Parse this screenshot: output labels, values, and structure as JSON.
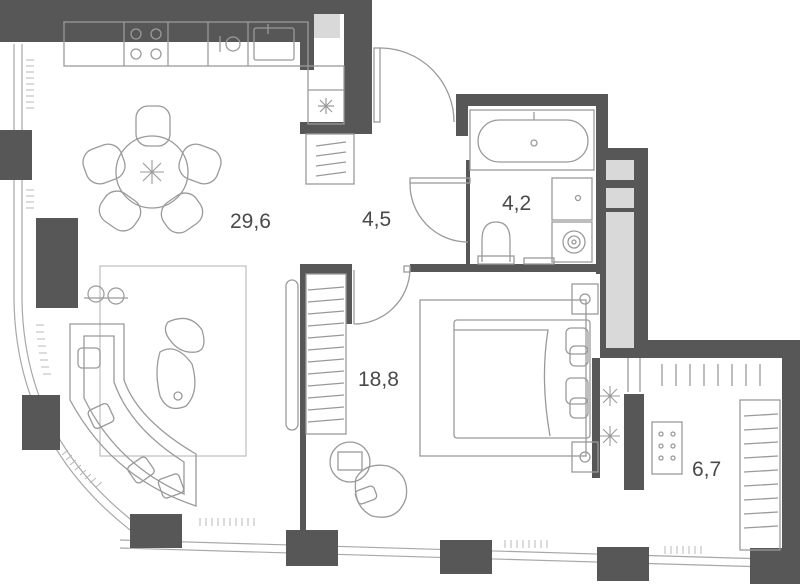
{
  "colors": {
    "wall": "#575757",
    "fixture_fill": "#d9d9d9",
    "line": "#9a9a9a",
    "label": "#4a4a4a",
    "background": "#ffffff"
  },
  "rooms": [
    {
      "id": "living-kitchen",
      "area": "29,6"
    },
    {
      "id": "hallway",
      "area": "4,5"
    },
    {
      "id": "bathroom",
      "area": "4,2"
    },
    {
      "id": "bedroom",
      "area": "18,8"
    },
    {
      "id": "wardrobe",
      "area": "6,7"
    }
  ],
  "icons": [
    "stove-icon",
    "sink-icon",
    "dishwasher-icon",
    "fridge-icon",
    "bathtub-icon",
    "toilet-icon",
    "washing-machine-icon",
    "bed-icon",
    "sofa-icon",
    "dining-table-icon",
    "lamp-icon",
    "plant-icon",
    "armchair-icon"
  ]
}
